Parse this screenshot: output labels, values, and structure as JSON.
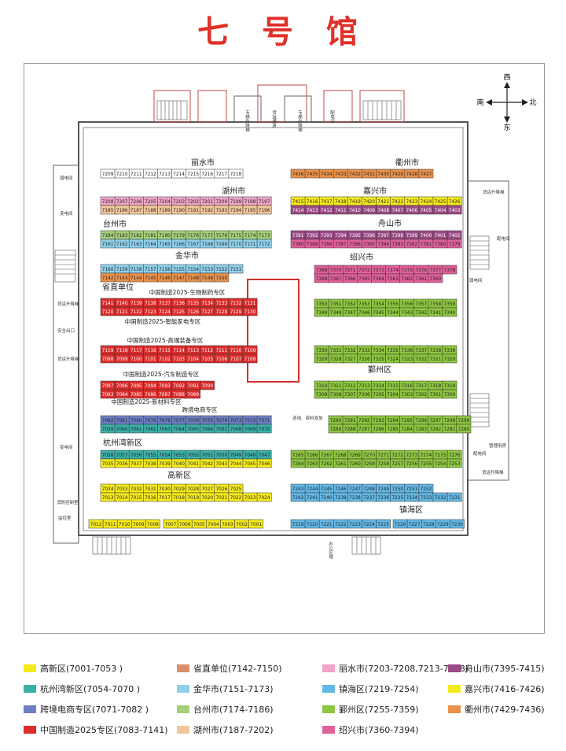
{
  "title": "七 号 馆",
  "compass": {
    "north": "北",
    "south": "南",
    "west": "西",
    "east": "东"
  },
  "region_labels": [
    {
      "id": "lishui",
      "text": "丽水市"
    },
    {
      "id": "quzhou",
      "text": "衢州市"
    },
    {
      "id": "huzhou",
      "text": "湖州市"
    },
    {
      "id": "jiaxing",
      "text": "嘉兴市"
    },
    {
      "id": "taizhou",
      "text": "台州市"
    },
    {
      "id": "zhoushan",
      "text": "舟山市"
    },
    {
      "id": "jinhua",
      "text": "金华市"
    },
    {
      "id": "shaoxing",
      "text": "绍兴市"
    },
    {
      "id": "shengzhi",
      "text": "省直单位"
    },
    {
      "id": "zone-bio",
      "text": "中国制造2025-生物制药专区"
    },
    {
      "id": "zone-home",
      "text": "中国制造2025-智能家电专区"
    },
    {
      "id": "zone-equip",
      "text": "中国制造2025-高端装备专区"
    },
    {
      "id": "zone-auto",
      "text": "中国制造2025-汽车制造专区"
    },
    {
      "id": "zone-material",
      "text": "中国制造2025-新材料专区"
    },
    {
      "id": "yinzhou",
      "text": "鄞州区"
    },
    {
      "id": "crossborder",
      "text": "跨境电商专区"
    },
    {
      "id": "hangzhouwan",
      "text": "杭州湾新区"
    },
    {
      "id": "gaoxin",
      "text": "高新区"
    },
    {
      "id": "zhenhai",
      "text": "镇海区"
    }
  ],
  "facility_labels": [
    {
      "id": "f1",
      "text": "专梯升降梯"
    },
    {
      "id": "f2",
      "text": "货运通道"
    },
    {
      "id": "f3",
      "text": "专梯升降梯"
    },
    {
      "id": "f4",
      "text": "配电间"
    },
    {
      "id": "f5",
      "text": "弱电间"
    },
    {
      "id": "f6",
      "text": "变电间"
    },
    {
      "id": "f7",
      "text": "货运升降梯"
    },
    {
      "id": "f8",
      "text": "安全出口"
    },
    {
      "id": "f9",
      "text": "货运升降梯"
    },
    {
      "id": "f10",
      "text": "变电间"
    },
    {
      "id": "f11",
      "text": "消防控制室"
    },
    {
      "id": "f12",
      "text": "监控室"
    },
    {
      "id": "f13",
      "text": "货运升降梯"
    },
    {
      "id": "f14",
      "text": "配电间"
    },
    {
      "id": "f15",
      "text": "弱电间"
    },
    {
      "id": "f16",
      "text": "配电间"
    },
    {
      "id": "f17",
      "text": "管理用房"
    },
    {
      "id": "f18",
      "text": "货运升降梯"
    },
    {
      "id": "f19",
      "text": "咨询、资料发放"
    },
    {
      "id": "f20",
      "text": "办公区域"
    }
  ],
  "rows": [
    {
      "id": "r-lishui",
      "color": "#ffffff",
      "numbers": [
        "7209",
        "7210",
        "7211",
        "7212",
        "7213",
        "7214",
        "7215",
        "7216",
        "7217",
        "7218"
      ]
    },
    {
      "id": "r-quzhou",
      "color": "#e9924c",
      "numbers": [
        "7436",
        "7435",
        "7434",
        "7433",
        "7432",
        "7431",
        "7430",
        "7429",
        "7428",
        "7427"
      ]
    },
    {
      "id": "r-huzhou-a",
      "color": "#f0a5c8",
      "numbers": [
        "7208",
        "7207",
        "7206",
        "7205",
        "7204",
        "7203",
        "7202",
        "7201",
        "7200",
        "7199",
        "7198",
        "7197"
      ]
    },
    {
      "id": "r-huzhou-b",
      "color": "#f2c79a",
      "numbers": [
        "7185",
        "7186",
        "7187",
        "7188",
        "7189",
        "7190",
        "7191",
        "7192",
        "7193",
        "7194",
        "7195",
        "7196"
      ]
    },
    {
      "id": "r-jiaxing-a",
      "color": "#f5ea1e",
      "numbers": [
        "7415",
        "7416",
        "7417",
        "7418",
        "7419",
        "7420",
        "7421",
        "7422",
        "7423",
        "7424",
        "7425",
        "7426"
      ]
    },
    {
      "id": "r-jiaxing-b",
      "color": "#9a4a86",
      "numbers": [
        "7414",
        "7413",
        "7412",
        "7411",
        "7410",
        "7409",
        "7408",
        "7407",
        "7406",
        "7405",
        "7404",
        "7403"
      ]
    },
    {
      "id": "r-taizhou-a",
      "color": "#a6cf7a",
      "numbers": [
        "7184",
        "7183",
        "7182",
        "7181",
        "7180",
        "7179",
        "7178",
        "7177",
        "7176",
        "7175",
        "7174",
        "7173"
      ]
    },
    {
      "id": "r-taizhou-b",
      "color": "#8ed0ec",
      "numbers": [
        "7161",
        "7162",
        "7163",
        "7164",
        "7165",
        "7166",
        "7167",
        "7168",
        "7169",
        "7170",
        "7171",
        "7172"
      ]
    },
    {
      "id": "r-zhoushan-a",
      "color": "#9a4a86",
      "numbers": [
        "7391",
        "7392",
        "7393",
        "7394",
        "7395",
        "7396",
        "7397",
        "7398",
        "7399",
        "7400",
        "7401",
        "7402"
      ]
    },
    {
      "id": "r-zhoushan-b",
      "color": "#e0609a",
      "numbers": [
        "7390",
        "7389",
        "7388",
        "7387",
        "7386",
        "7385",
        "7384",
        "7383",
        "7382",
        "7381",
        "7380",
        "7379"
      ]
    },
    {
      "id": "r-jinhua-a",
      "color": "#8ed0ec",
      "numbers": [
        "7160",
        "7159",
        "7158",
        "7157",
        "7156",
        "7155",
        "7154",
        "7153",
        "7152",
        "7151"
      ]
    },
    {
      "id": "r-jinhua-b",
      "color": "#e9924c",
      "numbers": [
        "7142",
        "7143",
        "7144",
        "7145",
        "7146",
        "7147",
        "7148",
        "7149",
        "7150"
      ]
    },
    {
      "id": "r-shaoxing-a",
      "color": "#e0609a",
      "numbers": [
        "7369",
        "7370",
        "7371",
        "7372",
        "7373",
        "7374",
        "7375",
        "7376",
        "7377",
        "7378"
      ]
    },
    {
      "id": "r-shaoxing-b",
      "color": "#e0609a",
      "numbers": [
        "7368",
        "7367",
        "7366",
        "7365",
        "7364",
        "7363",
        "7362",
        "7361",
        "7360"
      ]
    },
    {
      "id": "r-bio-a",
      "color": "#dd2c2c",
      "numbers": [
        "7141",
        "7140",
        "7139",
        "7138",
        "7137",
        "7136",
        "7135",
        "7134",
        "7133",
        "7132",
        "7131"
      ]
    },
    {
      "id": "r-bio-b",
      "color": "#dd2c2c",
      "numbers": [
        "7120",
        "7121",
        "7122",
        "7123",
        "7124",
        "7125",
        "7126",
        "7127",
        "7128",
        "7129",
        "7130"
      ]
    },
    {
      "id": "r-yin-a",
      "color": "#8dc63f",
      "numbers": [
        "7350",
        "7351",
        "7352",
        "7353",
        "7354",
        "7355",
        "7356",
        "7357",
        "7358",
        "7359"
      ]
    },
    {
      "id": "r-yin-b",
      "color": "#8dc63f",
      "numbers": [
        "7349",
        "7348",
        "7347",
        "7346",
        "7345",
        "7344",
        "7343",
        "7342",
        "7341",
        "7340"
      ]
    },
    {
      "id": "r-equip-a",
      "color": "#dd2c2c",
      "numbers": [
        "7119",
        "7118",
        "7117",
        "7116",
        "7115",
        "7114",
        "7113",
        "7112",
        "7111",
        "7110",
        "7109"
      ]
    },
    {
      "id": "r-equip-b",
      "color": "#dd2c2c",
      "numbers": [
        "7098",
        "7099",
        "7100",
        "7101",
        "7102",
        "7103",
        "7104",
        "7105",
        "7106",
        "7107",
        "7108"
      ]
    },
    {
      "id": "r-yin-c",
      "color": "#8dc63f",
      "numbers": [
        "7330",
        "7331",
        "7332",
        "7333",
        "7334",
        "7335",
        "7336",
        "7337",
        "7338",
        "7339"
      ]
    },
    {
      "id": "r-yin-d",
      "color": "#8dc63f",
      "numbers": [
        "7329",
        "7328",
        "7327",
        "7326",
        "7325",
        "7324",
        "7323",
        "7322",
        "7321",
        "7320"
      ]
    },
    {
      "id": "r-auto-a",
      "color": "#dd2c2c",
      "numbers": [
        "7097",
        "7096",
        "7095",
        "7094",
        "7093",
        "7092",
        "7091",
        "7090"
      ]
    },
    {
      "id": "r-auto-b",
      "color": "#dd2c2c",
      "numbers": [
        "7083",
        "7084",
        "7085",
        "7086",
        "7087",
        "7088",
        "7089"
      ]
    },
    {
      "id": "r-yin-e",
      "color": "#8dc63f",
      "numbers": [
        "7310",
        "7311",
        "7312",
        "7313",
        "7314",
        "7315",
        "7316",
        "7317",
        "7318",
        "7319"
      ]
    },
    {
      "id": "r-yin-f",
      "color": "#8dc63f",
      "numbers": [
        "7309",
        "7308",
        "7307",
        "7306",
        "7305",
        "7304",
        "7303",
        "7302",
        "7301",
        "7300"
      ]
    },
    {
      "id": "r-cb-a",
      "color": "#6c7fc2",
      "numbers": [
        "7082",
        "7081",
        "7080",
        "7079",
        "7078",
        "7077",
        "7076",
        "7075",
        "7074",
        "7073",
        "7072",
        "7071"
      ]
    },
    {
      "id": "r-cb-b",
      "color": "#3bb0a8",
      "numbers": [
        "7059",
        "7060",
        "7061",
        "7062",
        "7063",
        "7064",
        "7065",
        "7066",
        "7067",
        "7068",
        "7069",
        "7070"
      ]
    },
    {
      "id": "r-yin-g",
      "color": "#8dc63f",
      "numbers": [
        "7290",
        "7291",
        "7292",
        "7293",
        "7294",
        "7295",
        "7296",
        "7297",
        "7298",
        "7299"
      ]
    },
    {
      "id": "r-yin-h",
      "color": "#8dc63f",
      "numbers": [
        "7289",
        "7288",
        "7287",
        "7286",
        "7285",
        "7284",
        "7283",
        "7282",
        "7281",
        "7280"
      ]
    },
    {
      "id": "r-hzw-a",
      "color": "#3bb0a8",
      "numbers": [
        "7058",
        "7057",
        "7056",
        "7055",
        "7054",
        "7053",
        "7052",
        "7051",
        "7050",
        "7049",
        "7048",
        "7047"
      ]
    },
    {
      "id": "r-hzw-b",
      "color": "#f5ea1e",
      "numbers": [
        "7035",
        "7036",
        "7037",
        "7038",
        "7039",
        "7040",
        "7041",
        "7042",
        "7043",
        "7044",
        "7045",
        "7046"
      ]
    },
    {
      "id": "r-yin-i",
      "color": "#8dc63f",
      "numbers": [
        "7265",
        "7266",
        "7267",
        "7268",
        "7269",
        "7270",
        "7271",
        "7272",
        "7273",
        "7274",
        "7275",
        "7276"
      ]
    },
    {
      "id": "r-yin-j",
      "color": "#8dc63f",
      "numbers": [
        "7264",
        "7263",
        "7262",
        "7261",
        "7260",
        "7259",
        "7258",
        "7257",
        "7256",
        "7255",
        "7254",
        "7253"
      ]
    },
    {
      "id": "r-gx-a",
      "color": "#f5ea1e",
      "numbers": [
        "7034",
        "7033",
        "7032",
        "7031",
        "7030",
        "7029",
        "7028",
        "7027",
        "7026",
        "7025"
      ]
    },
    {
      "id": "r-gx-b",
      "color": "#f5ea1e",
      "numbers": [
        "7013",
        "7014",
        "7015",
        "7016",
        "7017",
        "7018",
        "7019",
        "7020",
        "7021",
        "7022",
        "7023",
        "7024"
      ]
    },
    {
      "id": "r-zh-a",
      "color": "#63b8e6",
      "numbers": [
        "7243",
        "7244",
        "7245",
        "7246",
        "7247",
        "7248",
        "7249",
        "7250",
        "7251",
        "7252"
      ]
    },
    {
      "id": "r-zh-b",
      "color": "#63b8e6",
      "numbers": [
        "7242",
        "7241",
        "7240",
        "7239",
        "7238",
        "7237",
        "7236",
        "7235",
        "7234",
        "7233",
        "7232",
        "7231"
      ]
    },
    {
      "id": "r-gx-c",
      "color": "#f5ea1e",
      "numbers": [
        "7012",
        "7011",
        "7010",
        "7009",
        "7008"
      ]
    },
    {
      "id": "r-gx-d",
      "color": "#f5ea1e",
      "numbers": [
        "7007",
        "7006",
        "7005",
        "7004",
        "7003",
        "7002",
        "7001"
      ]
    },
    {
      "id": "r-zh-c",
      "color": "#63b8e6",
      "numbers": [
        "7219",
        "7220",
        "7221",
        "7222",
        "7223",
        "7224",
        "7225"
      ]
    },
    {
      "id": "r-zh-d",
      "color": "#63b8e6",
      "numbers": [
        "7226",
        "7227",
        "7228",
        "7229",
        "7230"
      ]
    }
  ],
  "legend": [
    {
      "label": "高新区(7001-7053 )",
      "color": "#f5ea1e"
    },
    {
      "label": "省直单位(7142-7150)",
      "color": "#d9906a"
    },
    {
      "label": "丽水市(7203-7208,7213-7218)",
      "color": "#f0a5c8"
    },
    {
      "label": "舟山市(7395-7415)",
      "color": "#9a4a86"
    },
    {
      "label": "杭州湾新区(7054-7070 )",
      "color": "#3bb0a8"
    },
    {
      "label": "金华市(7151-7173)",
      "color": "#8ed0ec"
    },
    {
      "label": "镇海区(7219-7254)",
      "color": "#63b8e6"
    },
    {
      "label": "嘉兴市(7416-7426)",
      "color": "#f5ea1e"
    },
    {
      "label": "跨境电商专区(7071-7082 )",
      "color": "#6c7fc2"
    },
    {
      "label": "台州市(7174-7186)",
      "color": "#a6cf7a"
    },
    {
      "label": "鄞州区(7255-7359)",
      "color": "#8dc63f"
    },
    {
      "label": "衢州市(7429-7436)",
      "color": "#e9924c"
    },
    {
      "label": "中国制造2025专区(7083-7141)",
      "color": "#dd2c2c"
    },
    {
      "label": "湖州市(7187-7202)",
      "color": "#f2c79a"
    },
    {
      "label": "绍兴市(7360-7394)",
      "color": "#e0609a"
    }
  ]
}
